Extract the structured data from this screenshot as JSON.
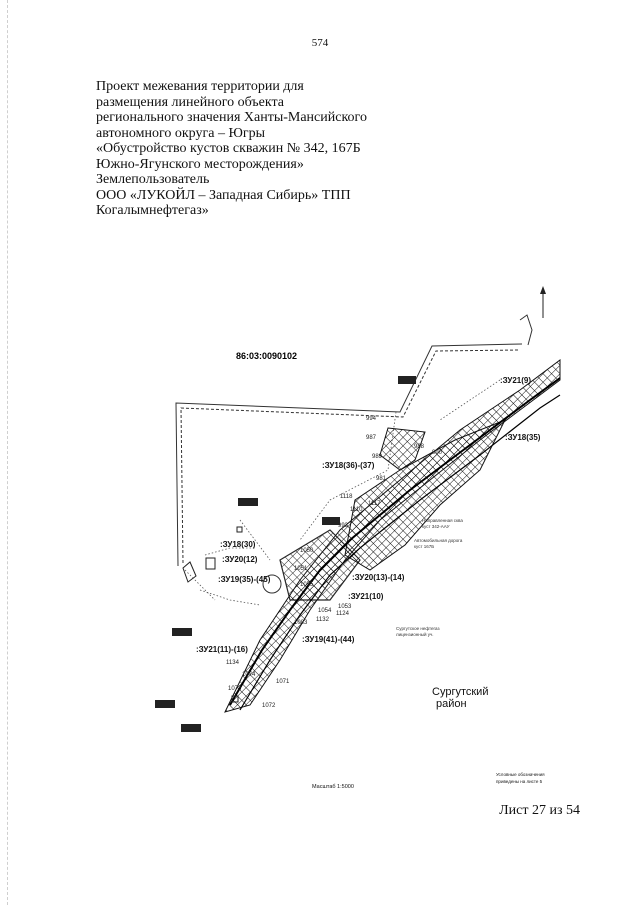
{
  "page_number": "574",
  "title_lines": [
    "Проект межевания территории для",
    "размещения линейного объекта",
    "регионального значения Ханты-Мансийского",
    "автономного округа – Югры",
    "«Обустройство кустов скважин № 342, 167Б",
    "Южно-Ягунского месторождения»",
    "Землепользователь",
    "ООО «ЛУКОЙЛ – Западная Сибирь» ТПП",
    "Когалымнефтегаз»"
  ],
  "map": {
    "cadastral_block": "86:03:0090102",
    "district_label": [
      "Сургутский",
      "район"
    ],
    "scale": "Масштаб 1:5000",
    "plots": [
      ":ЗУ18(36)-(37)",
      ":ЗУ20(12)",
      ":ЗУ18(30)",
      ":ЗУ19(35)-(45)",
      ":ЗУ20(13)-(14)",
      ":ЗУ21(10)",
      ":ЗУ19(41)-(44)",
      ":ЗУ21(11)-(16)",
      ":ЗУ18(35)",
      ":ЗУ21(9)"
    ],
    "numbers": [
      "987",
      "988",
      "989",
      "990",
      "981",
      "1110",
      "1117",
      "1118",
      "1050",
      "1051",
      "1055",
      "1053",
      "1054",
      "1124",
      "1132",
      "1083",
      "1134",
      "1072",
      "1071",
      "1073",
      "1074",
      "994",
      "993"
    ],
    "small_labels": [
      "Направленная сква",
      "куст 342-ААУ",
      "Автомобильная дорога",
      "куст 167Б",
      "Сургутское нефтегаз",
      "лицензионный уч."
    ],
    "legend_note": [
      "Условные обозначения",
      "приведены на листе 5"
    ]
  },
  "sheet_label": "Лист 27 из 54"
}
